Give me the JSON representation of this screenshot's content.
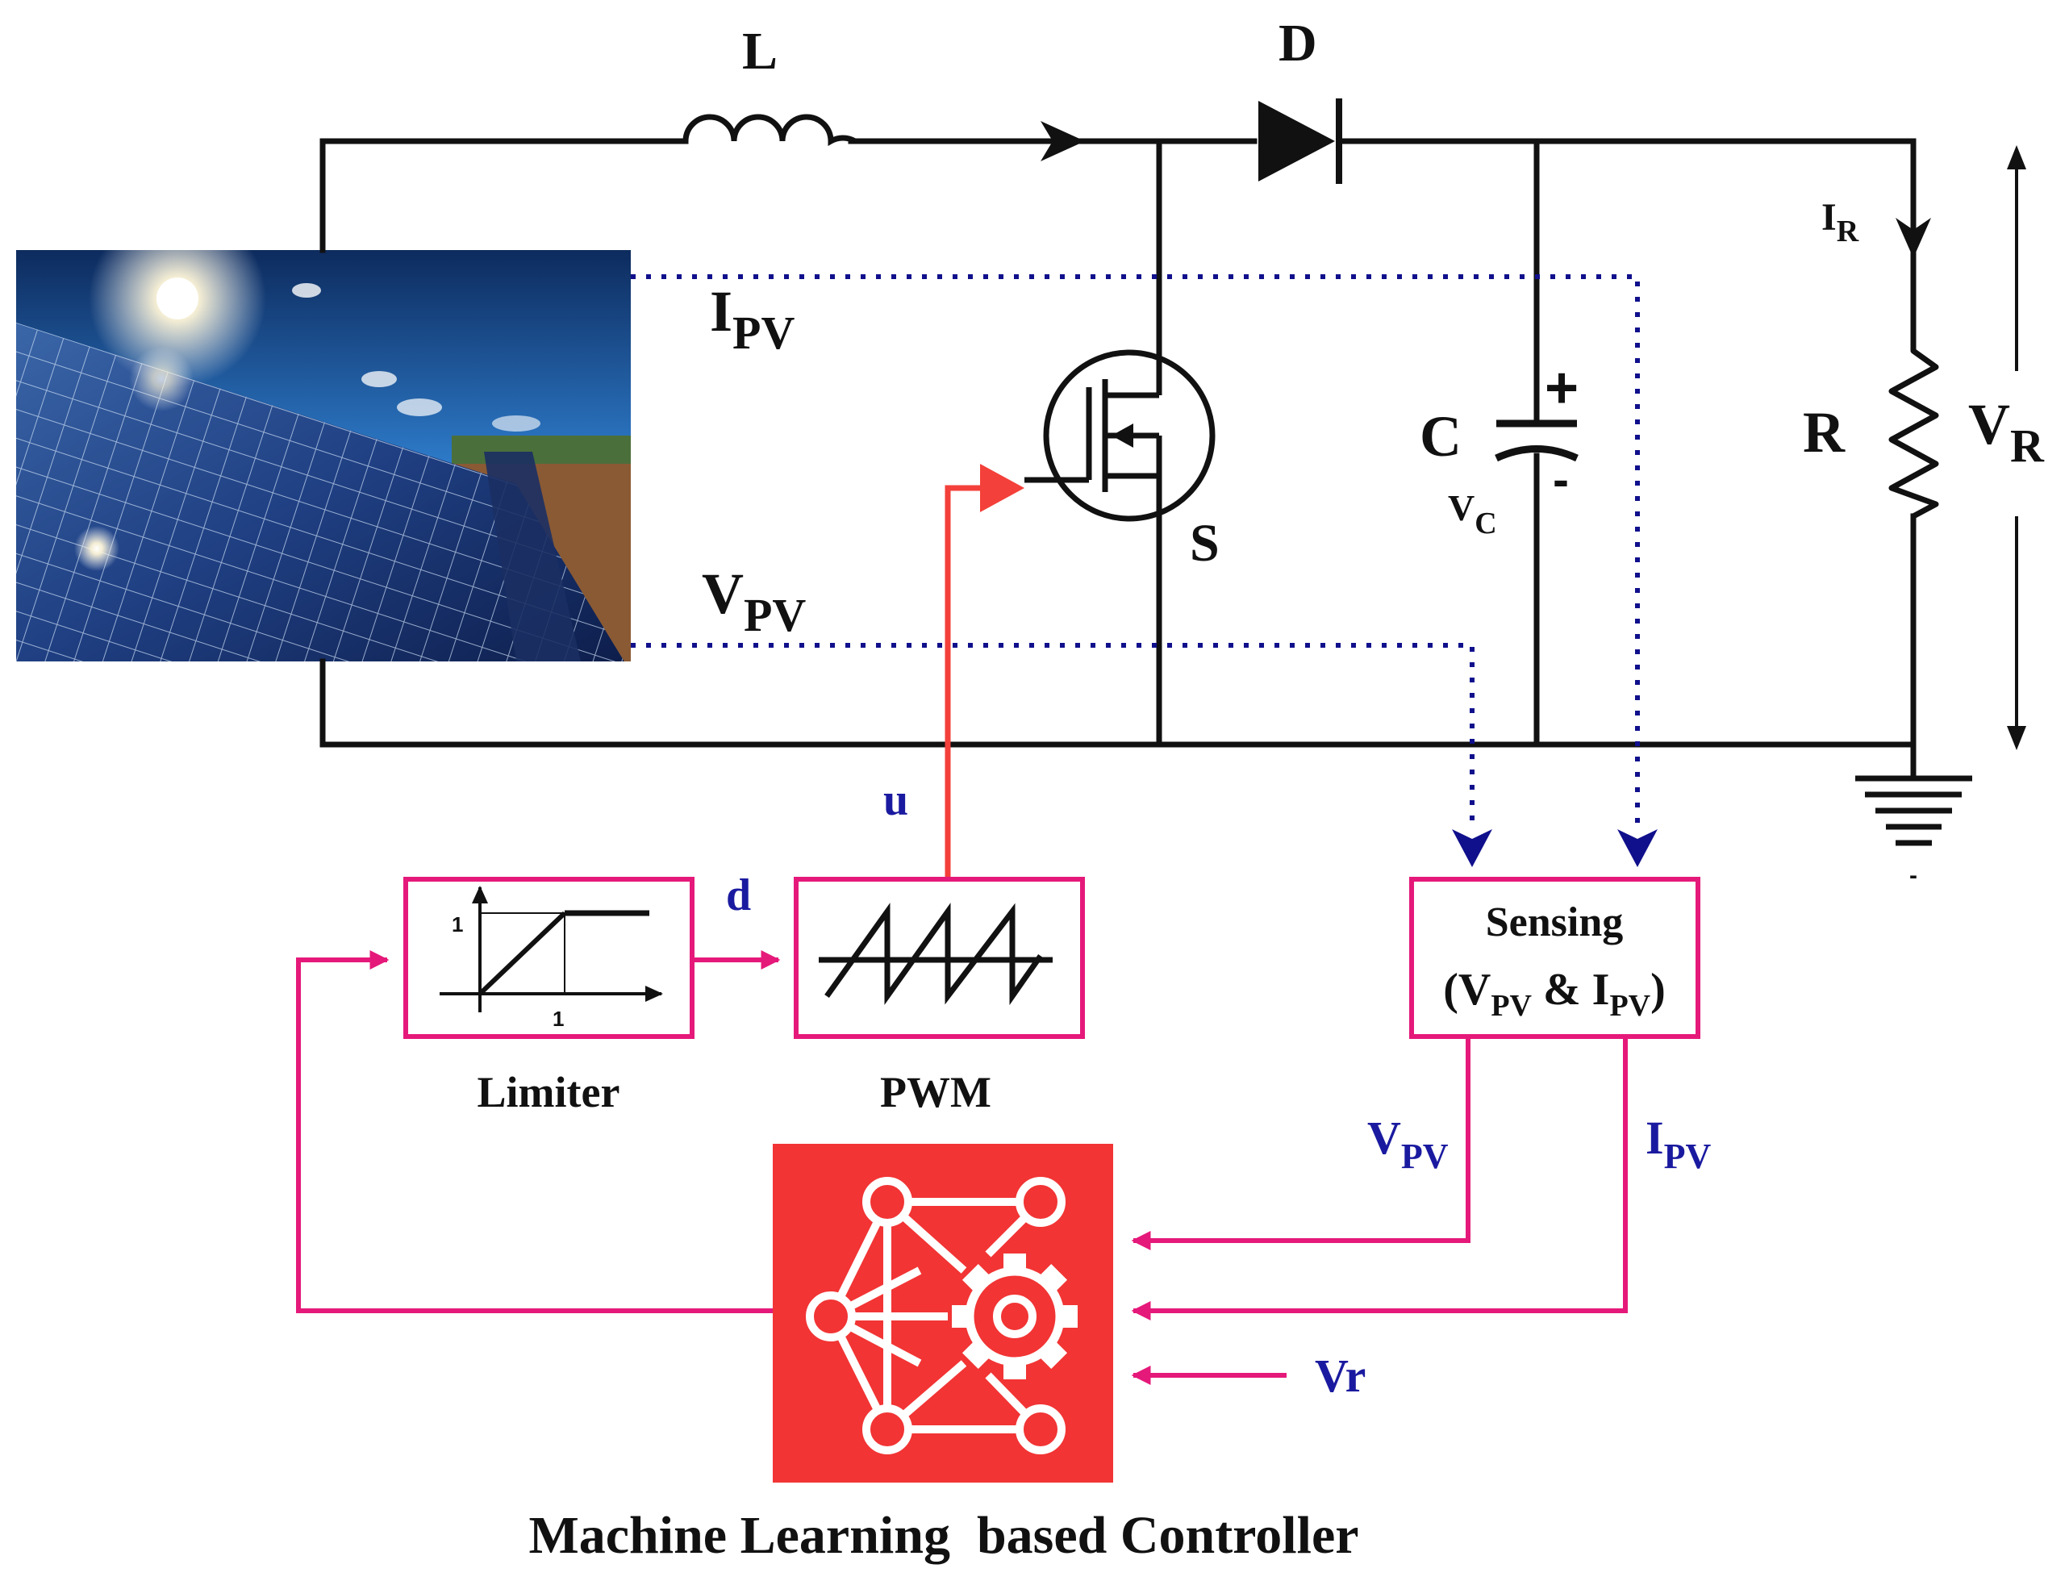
{
  "labels": {
    "inductor": "L",
    "diode": "D",
    "switch": "S",
    "capacitor": "C",
    "cap_voltage_main": "V",
    "cap_voltage_sub": "C",
    "cap_plus": "+",
    "cap_minus": "-",
    "resistor": "R",
    "load_current_main": "I",
    "load_current_sub": "R",
    "load_voltage_main": "V",
    "load_voltage_sub": "R",
    "pv_current_main": "I",
    "pv_current_sub": "PV",
    "pv_voltage_main": "V",
    "pv_voltage_sub": "PV",
    "gate_signal": "u",
    "duty_signal": "d",
    "limiter_tick_y": "1",
    "limiter_tick_x": "1",
    "limiter": "Limiter",
    "pwm": "PWM",
    "sensing_title": "Sensing",
    "sensing_open": "(V",
    "sensing_sub1": "PV",
    "sensing_amp": " & I",
    "sensing_sub2": "PV",
    "sensing_close": ")",
    "sense_out_v_main": "V",
    "sense_out_v_sub": "PV",
    "sense_out_i_main": "I",
    "sense_out_i_sub": "PV",
    "reference": "Vr",
    "controller": "Machine Learning  based Controller",
    "ground_minus": "-"
  },
  "colors": {
    "wire": "#111111",
    "sense_dotted": "#10108c",
    "control_pink": "#e5197a",
    "gate_red": "#f4403a",
    "controller_fill": "#f23434",
    "label_blue": "#1a1aa0"
  }
}
